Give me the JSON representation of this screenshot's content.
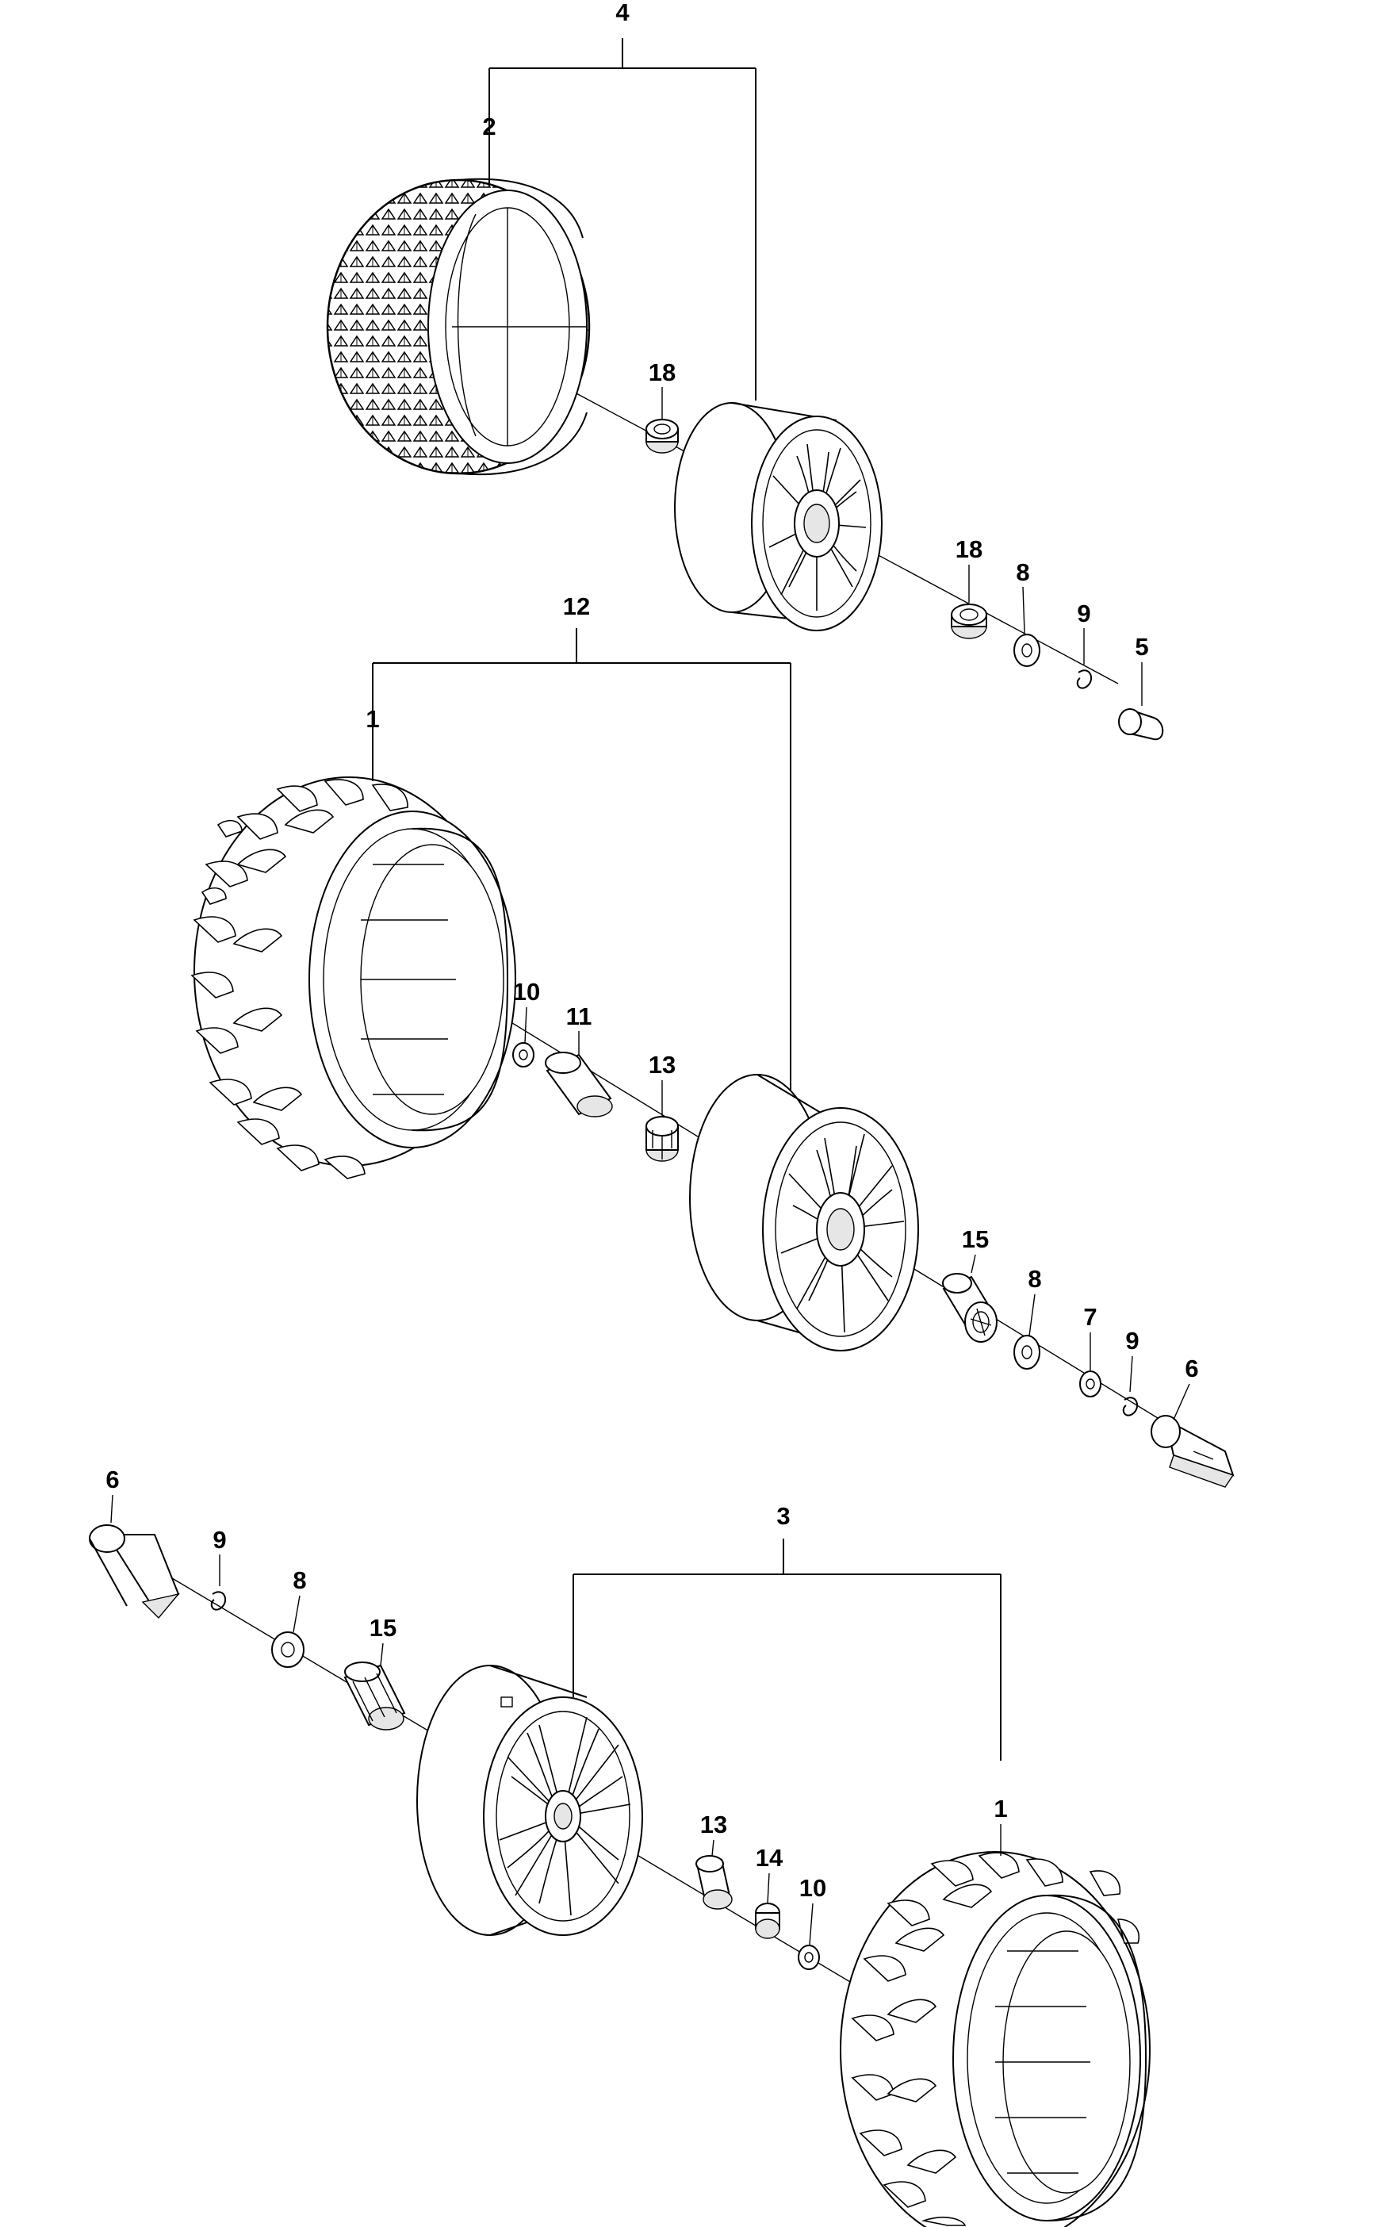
{
  "diagram": {
    "callouts": {
      "a4": "4",
      "a2": "2",
      "a18_top": "18",
      "a18_mid": "18",
      "a8_top": "8",
      "a9_top": "9",
      "a5": "5",
      "b12": "12",
      "b1": "1",
      "b10": "10",
      "b11": "11",
      "b13": "13",
      "b15": "15",
      "b8": "8",
      "b7": "7",
      "b9": "9",
      "b6": "6",
      "c6": "6",
      "c9": "9",
      "c8": "8",
      "c15": "15",
      "c3": "3",
      "c13": "13",
      "c14": "14",
      "c10": "10",
      "c1": "1"
    },
    "colors": {
      "line": "#000000",
      "fill": "#ffffff",
      "shade": "#e6e6e6"
    }
  }
}
